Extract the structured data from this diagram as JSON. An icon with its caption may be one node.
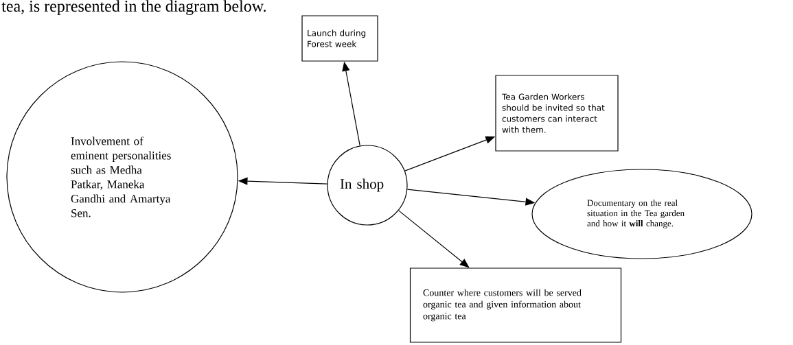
{
  "diagram": {
    "nodes": [
      {
        "text": [
          "In shop"
        ]
      },
      {
        "text": [
          "Involvement of eminent personalities such as Medha Patkar, Maneka Gandhi and Amartya Sen."
        ]
      },
      {
        "text": [
          "Launch during Forest week"
        ]
      },
      {
        "text": [
          "Tea Garden Workers should be invited so that customers can interact with them."
        ]
      },
      {
        "text": [
          "Documentary on the real situation in the Tea garden and how it **will** change."
        ]
      },
      {
        "text": [
          "Counter where customers will be served organic tea and given information about organic tea"
        ]
      }
    ],
    "edges": [
      {
        "from": 0,
        "to": 1,
        "arrow": "to"
      },
      {
        "from": 0,
        "to": 2,
        "arrow": "to"
      },
      {
        "from": 0,
        "to": 3,
        "arrow": "to"
      },
      {
        "from": 0,
        "to": 4,
        "arrow": "to"
      },
      {
        "from": 0,
        "to": 5,
        "arrow": "to"
      }
    ],
    "labels": [
      "tea, is represented in the diagram below."
    ]
  }
}
